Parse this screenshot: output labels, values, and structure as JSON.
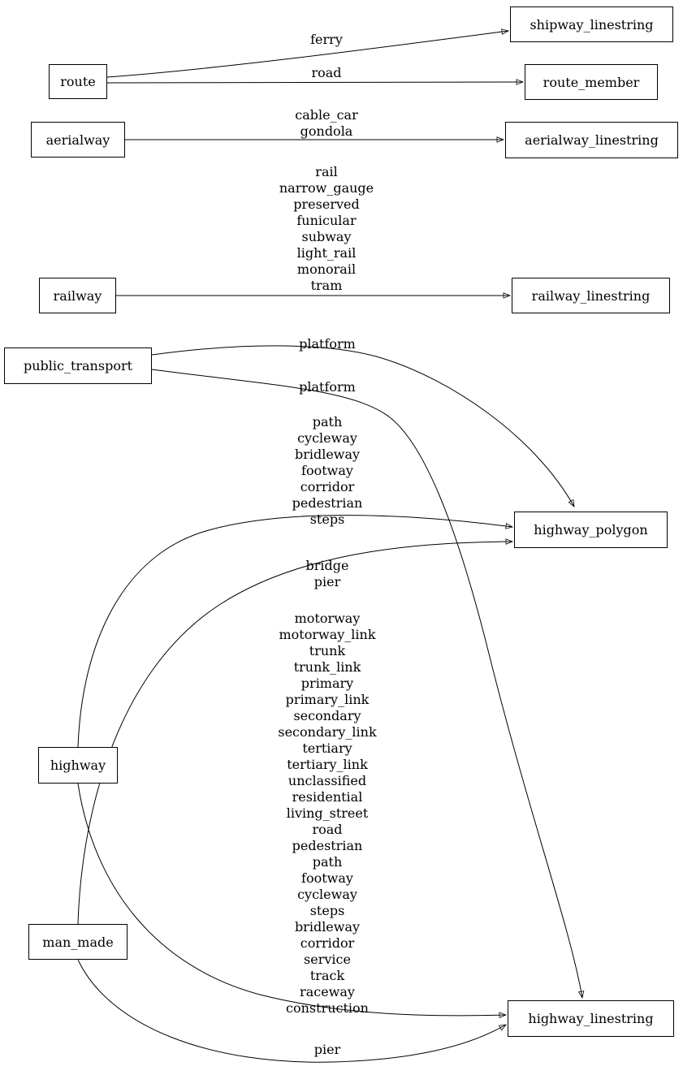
{
  "nodes": {
    "route": "route",
    "aerialway": "aerialway",
    "railway": "railway",
    "public_transport": "public_transport",
    "highway": "highway",
    "man_made": "man_made",
    "shipway_linestring": "shipway_linestring",
    "route_member": "route_member",
    "aerialway_linestring": "aerialway_linestring",
    "railway_linestring": "railway_linestring",
    "highway_polygon": "highway_polygon",
    "highway_linestring": "highway_linestring"
  },
  "edges": [
    {
      "from": "route",
      "to": "shipway_linestring",
      "label": "ferry"
    },
    {
      "from": "route",
      "to": "route_member",
      "label": "road"
    },
    {
      "from": "aerialway",
      "to": "aerialway_linestring",
      "label": "cable_car\ngondola"
    },
    {
      "from": "railway",
      "to": "railway_linestring",
      "label": "rail\nnarrow_gauge\npreserved\nfunicular\nsubway\nlight_rail\nmonorail\ntram"
    },
    {
      "from": "public_transport",
      "to": "highway_polygon",
      "label": "platform"
    },
    {
      "from": "public_transport",
      "to": "highway_linestring",
      "label": "platform"
    },
    {
      "from": "highway",
      "to": "highway_polygon",
      "label": "path\ncycleway\nbridleway\nfootway\ncorridor\npedestrian\nsteps"
    },
    {
      "from": "man_made",
      "to": "highway_polygon",
      "label": "bridge\npier"
    },
    {
      "from": "highway",
      "to": "highway_linestring",
      "label": "motorway\nmotorway_link\ntrunk\ntrunk_link\nprimary\nprimary_link\nsecondary\nsecondary_link\ntertiary\ntertiary_link\nunclassified\nresidential\nliving_street\nroad\npedestrian\npath\nfootway\ncycleway\nsteps\nbridleway\ncorridor\nservice\ntrack\nraceway\nconstruction"
    },
    {
      "from": "man_made",
      "to": "highway_linestring",
      "label": "pier"
    }
  ],
  "colors": {
    "stroke": "#000000",
    "background": "#ffffff"
  }
}
